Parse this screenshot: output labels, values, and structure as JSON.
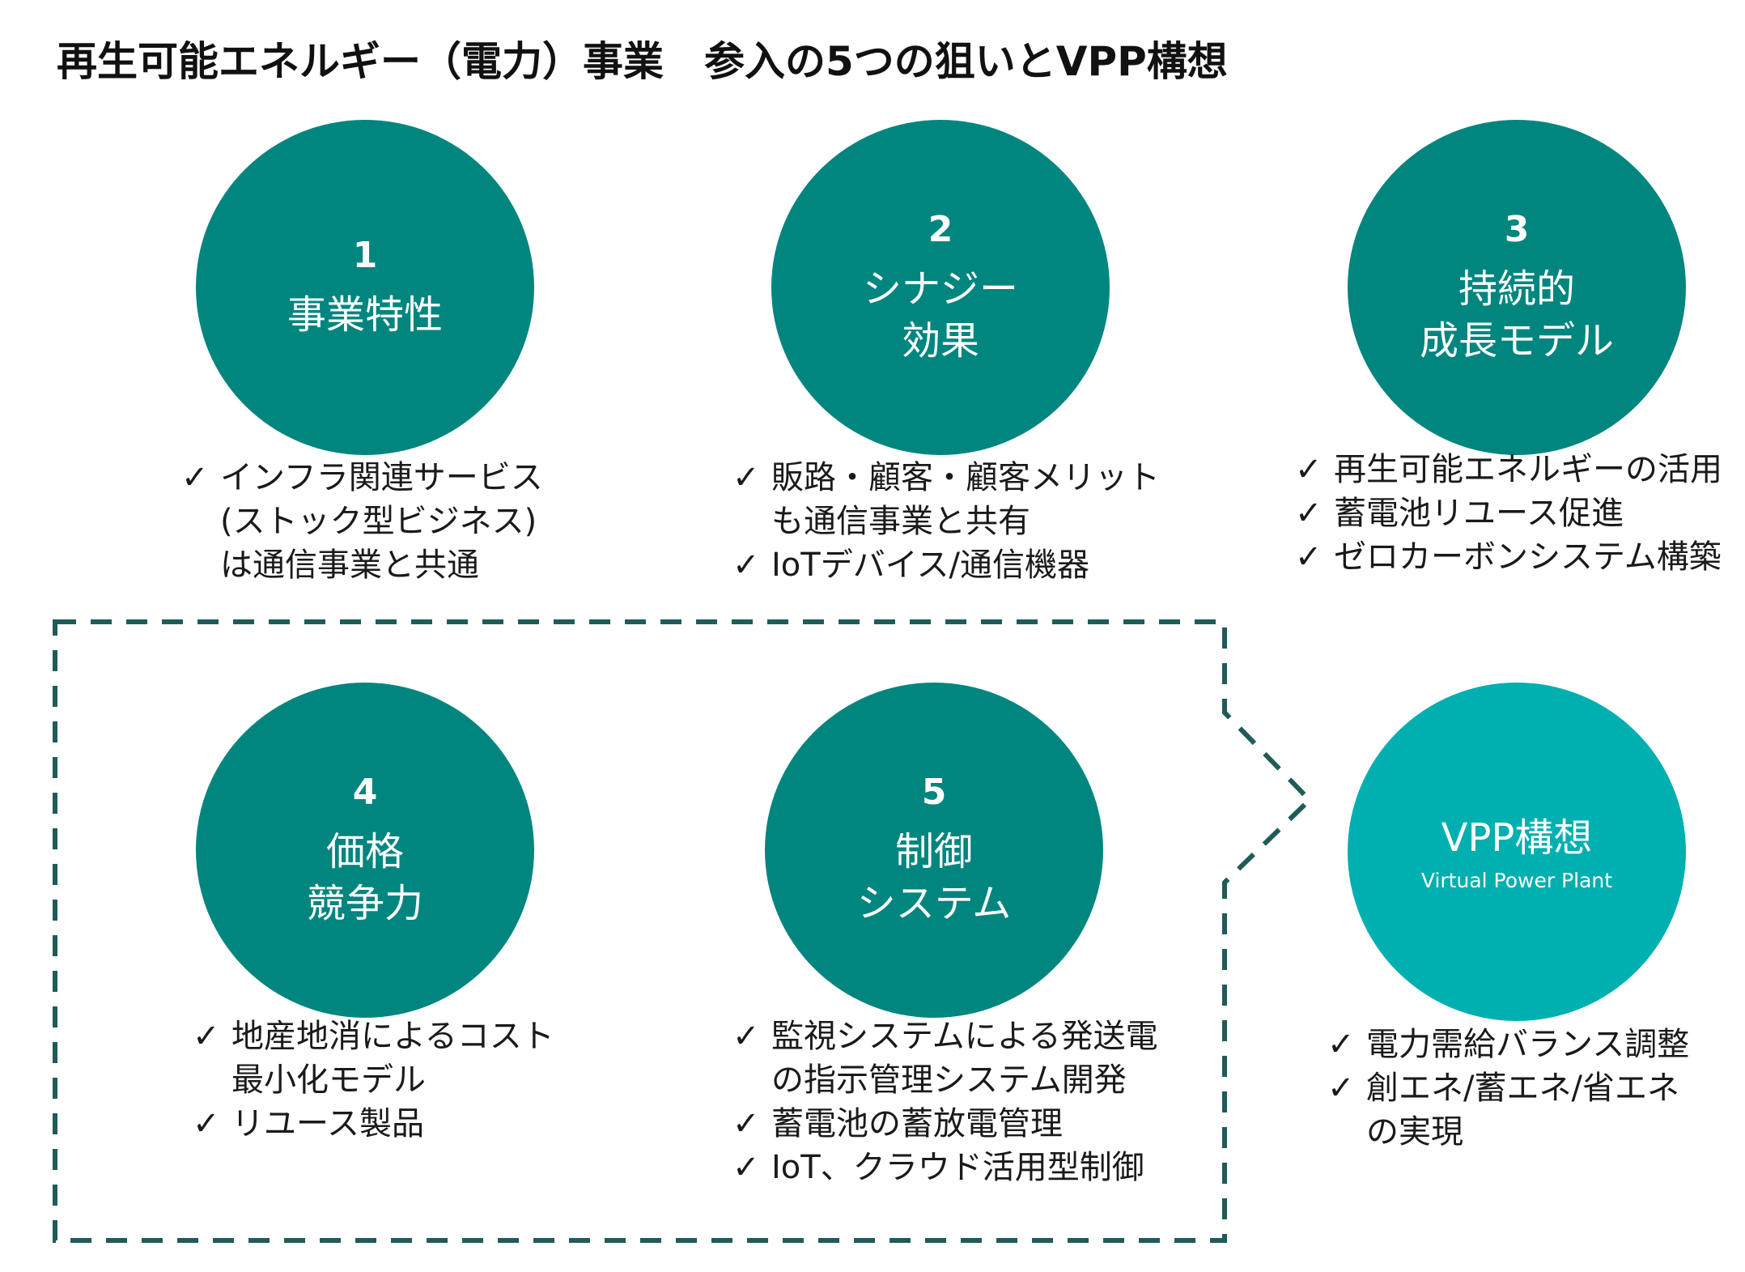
{
  "title": "再生可能エネルギー（電力）事業　参入の5つの狙いとVPP構想",
  "colors": {
    "circle": "#00857f",
    "vpp_circle": "#00afb0",
    "dashed_frame": "#1f5c58"
  },
  "check_mark": "✓",
  "aims": [
    {
      "number": "1",
      "label": [
        "事業特性"
      ],
      "bullets": [
        [
          "インフラ関連サービス",
          "(ストック型ビジネス)",
          "は通信事業と共通"
        ]
      ]
    },
    {
      "number": "2",
      "label": [
        "シナジー",
        "効果"
      ],
      "bullets": [
        [
          "販路・顧客・顧客メリット",
          "も通信事業と共有"
        ],
        [
          "IoTデバイス/通信機器"
        ]
      ]
    },
    {
      "number": "3",
      "label": [
        "持続的",
        "成長モデル"
      ],
      "bullets": [
        [
          "再生可能エネルギーの活用"
        ],
        [
          "蓄電池リユース促進"
        ],
        [
          "ゼロカーボンシステム構築"
        ]
      ]
    },
    {
      "number": "4",
      "label": [
        "価格",
        "競争力"
      ],
      "bullets": [
        [
          "地産地消によるコスト",
          "最小化モデル"
        ],
        [
          "リユース製品"
        ]
      ]
    },
    {
      "number": "5",
      "label": [
        "制御",
        "システム"
      ],
      "bullets": [
        [
          "監視システムによる発送電",
          "の指示管理システム開発"
        ],
        [
          "蓄電池の蓄放電管理"
        ],
        [
          "IoT、クラウド活用型制御"
        ]
      ]
    }
  ],
  "vpp": {
    "label": "VPP構想",
    "subtitle": "Virtual Power Plant",
    "bullets": [
      [
        "電力需給バランス調整"
      ],
      [
        "創エネ/蓄エネ/省エネ",
        "の実現"
      ]
    ]
  }
}
